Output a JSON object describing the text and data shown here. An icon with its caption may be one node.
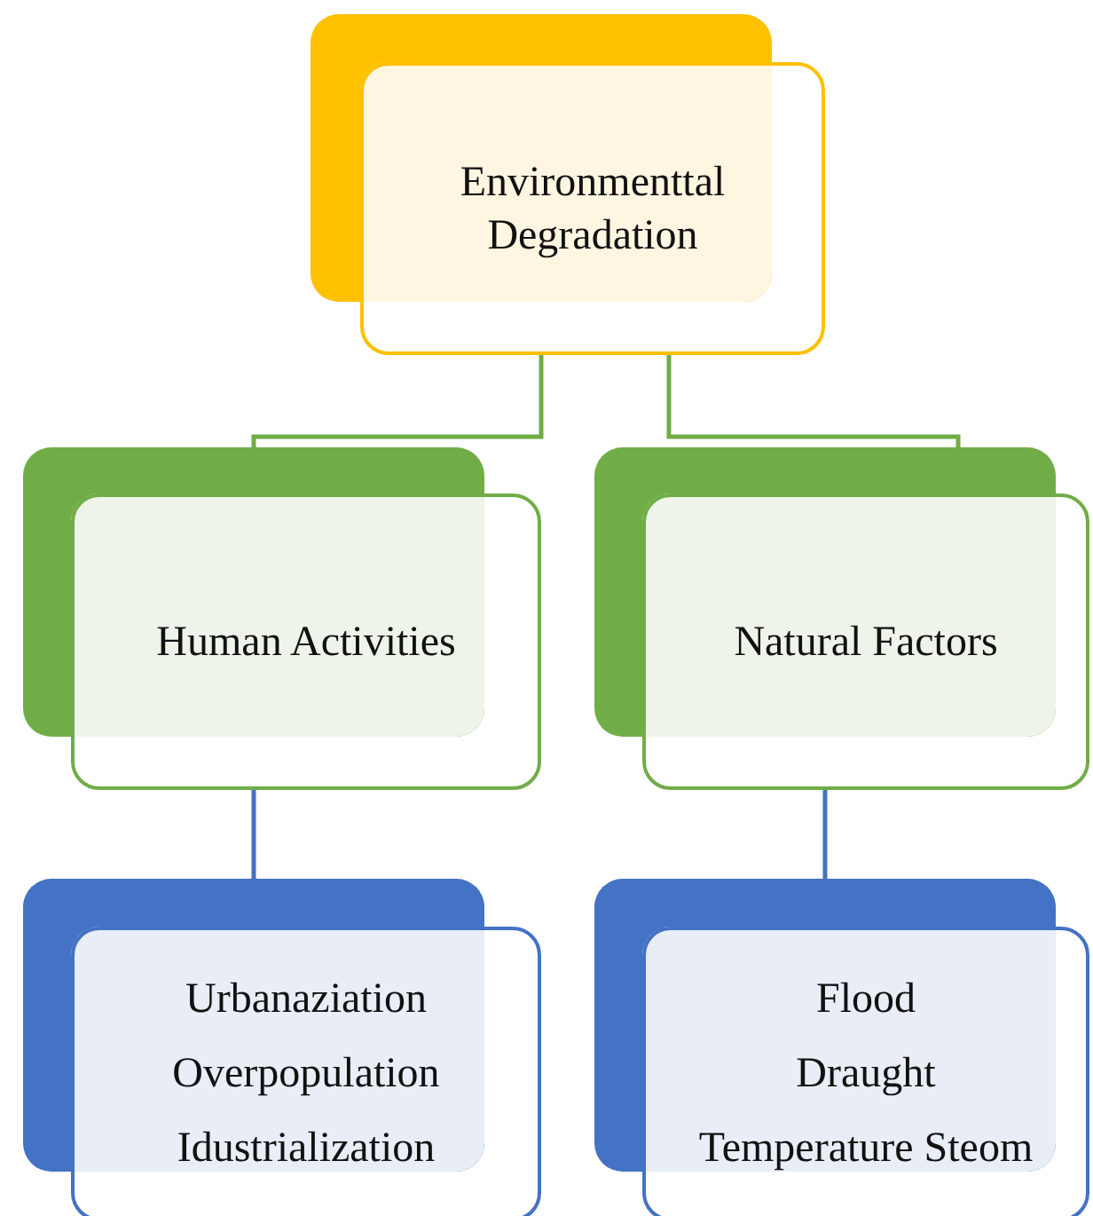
{
  "diagram": {
    "nodes": [
      {
        "text": [
          "Environmenttal Degradation"
        ]
      },
      {
        "text": [
          "Human Activities"
        ]
      },
      {
        "text": [
          "Natural Factors"
        ]
      },
      {
        "text": [
          "Urbanaziation",
          "Overpopulation",
          "Idustrialization"
        ]
      },
      {
        "text": [
          "Flood",
          "Draught",
          "Temperature Steom"
        ]
      }
    ],
    "edges": [
      {
        "from": 0,
        "to": 1,
        "arrow": "none"
      },
      {
        "from": 0,
        "to": 2,
        "arrow": "none"
      },
      {
        "from": 1,
        "to": 3,
        "arrow": "none",
        "color": "#4472c4"
      },
      {
        "from": 2,
        "to": 4,
        "arrow": "none",
        "color": "#4472c4"
      }
    ]
  }
}
